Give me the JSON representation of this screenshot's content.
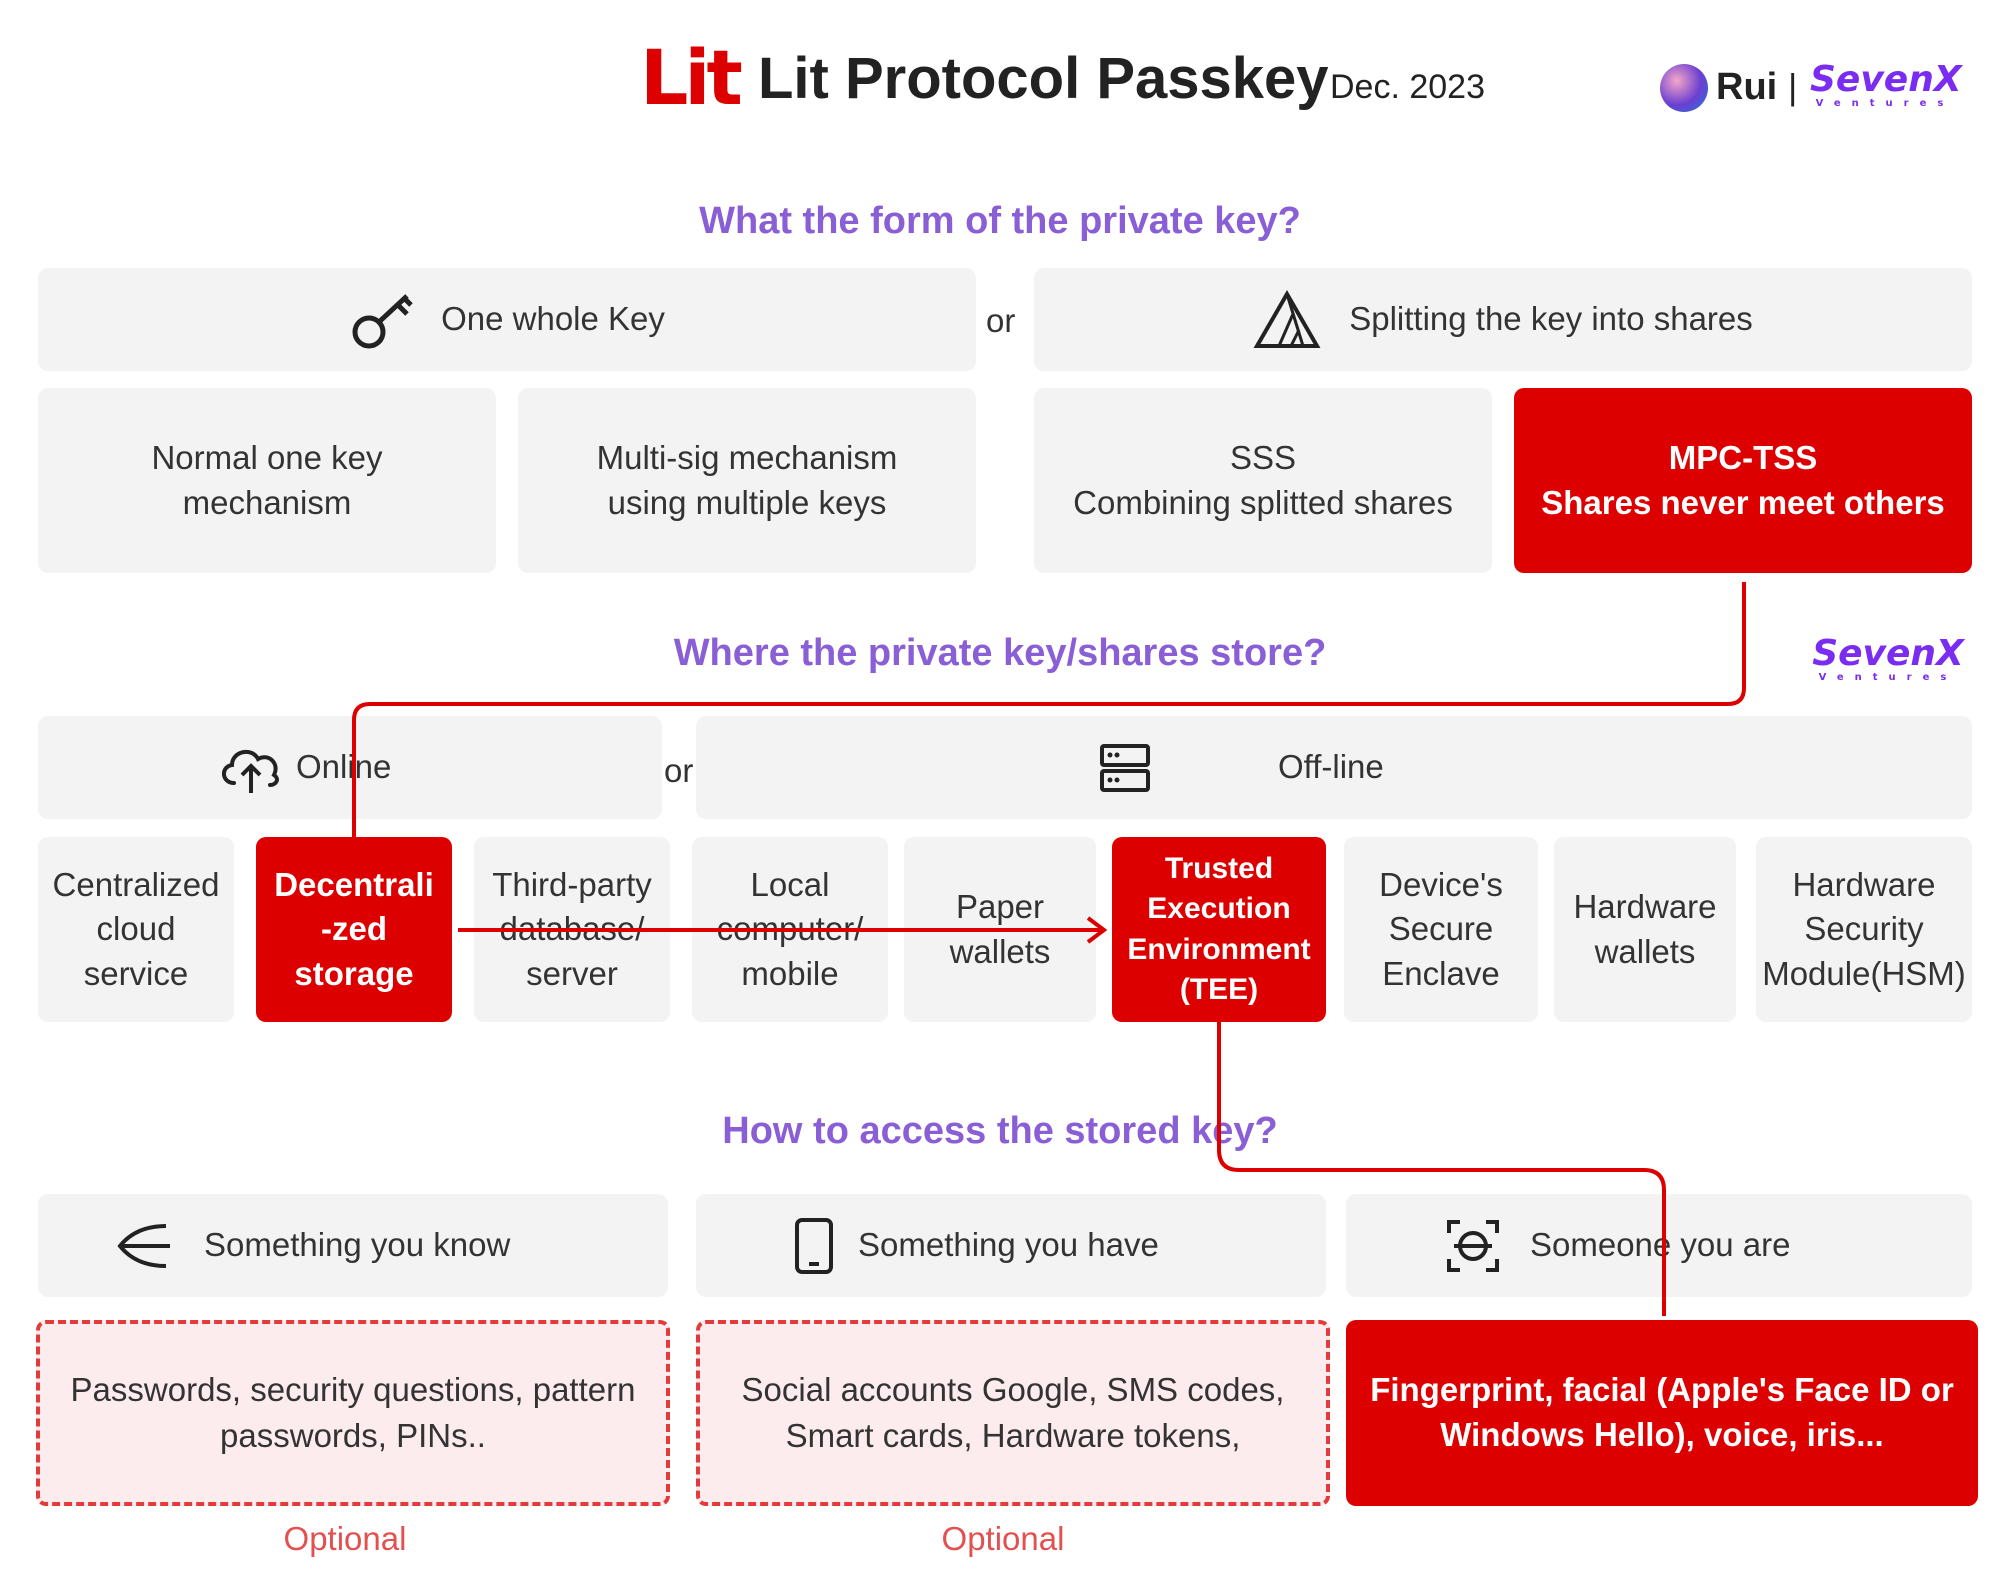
{
  "header": {
    "logo_text": "Lit",
    "title": "Lit Protocol Passkey",
    "date": "Dec. 2023",
    "author": "Rui",
    "separator": "|",
    "brand": "SevenX",
    "brand_sub": "Ventures"
  },
  "section1": {
    "question": "What the form of the private key?",
    "left_option": "One whole Key",
    "or": "or",
    "right_option": "Splitting the key into shares",
    "items": [
      {
        "label": "Normal one key\nmechanism",
        "highlight": false
      },
      {
        "label": "Multi-sig mechanism\nusing multiple keys",
        "highlight": false
      },
      {
        "label": "SSS\nCombining splitted shares",
        "highlight": false
      },
      {
        "label": "MPC-TSS\nShares never meet others",
        "highlight": true
      }
    ]
  },
  "section2": {
    "question": "Where the private key/shares store?",
    "brand": "SevenX",
    "brand_sub": "Ventures",
    "left_option": "Online",
    "or": "or",
    "right_option": "Off-line",
    "items": [
      {
        "label": "Centralized\ncloud\nservice",
        "highlight": false
      },
      {
        "label": "Decentrali\n-zed\nstorage",
        "highlight": true
      },
      {
        "label": "Third-party\ndatabase/\nserver",
        "highlight": false
      },
      {
        "label": "Local\ncomputer/\nmobile",
        "highlight": false
      },
      {
        "label": "Paper\nwallets",
        "highlight": false
      },
      {
        "label": "Trusted\nExecution\nEnvironment\n(TEE)",
        "highlight": true
      },
      {
        "label": "Device's\nSecure\nEnclave",
        "highlight": false
      },
      {
        "label": "Hardware\nwallets",
        "highlight": false
      },
      {
        "label": "Hardware\nSecurity\nModule(HSM)",
        "highlight": false
      }
    ]
  },
  "section3": {
    "question": "How to access the stored key?",
    "options": [
      {
        "label": "Something you know",
        "icon": "arrow-left-icon"
      },
      {
        "label": "Something you have",
        "icon": "phone-icon"
      },
      {
        "label": "Someone you are",
        "icon": "face-scan-icon"
      }
    ],
    "details": [
      {
        "label": "Passwords, security questions, pattern\npasswords, PINs..",
        "highlight": false
      },
      {
        "label": "Social accounts Google, SMS codes,\nSmart cards, Hardware tokens,",
        "highlight": false
      },
      {
        "label": "Fingerprint, facial (Apple's Face ID or\nWindows Hello), voice, iris...",
        "highlight": true
      }
    ],
    "optional_left": "Optional",
    "optional_mid": "Optional"
  },
  "colors": {
    "accent_red": "#dc0000",
    "question_purple": "#8a5fd6",
    "box_gray": "#f3f3f3",
    "dashed_red": "#e33a3a",
    "brand_purple": "#7a2cf0"
  }
}
